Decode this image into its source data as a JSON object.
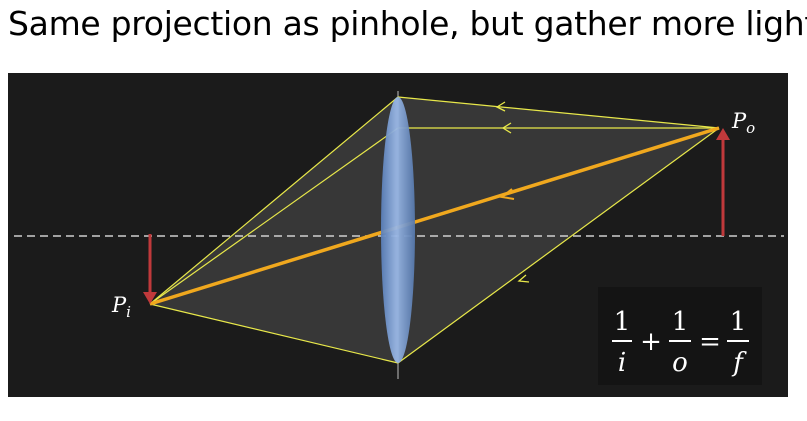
{
  "title": "Same projection as pinhole, but gather more light.",
  "labels": {
    "object_point_main": "P",
    "object_point_sub": "o",
    "image_point_main": "P",
    "image_point_sub": "i"
  },
  "equation": {
    "term1_num": "1",
    "term1_den": "i",
    "plus": "+",
    "term2_num": "1",
    "term2_den": "o",
    "equals": "=",
    "term3_num": "1",
    "term3_den": "f"
  },
  "colors": {
    "background": "#1b1b1b",
    "cone_fill": "#3c3c3c",
    "ray_thin": "#e8e84a",
    "chief_ray": "#f0a81e",
    "arrow": "#c0393b",
    "lens": "#7a9fd6",
    "axis": "#d0d0d0",
    "equation_box": "#141414",
    "text": "#ffffff"
  }
}
